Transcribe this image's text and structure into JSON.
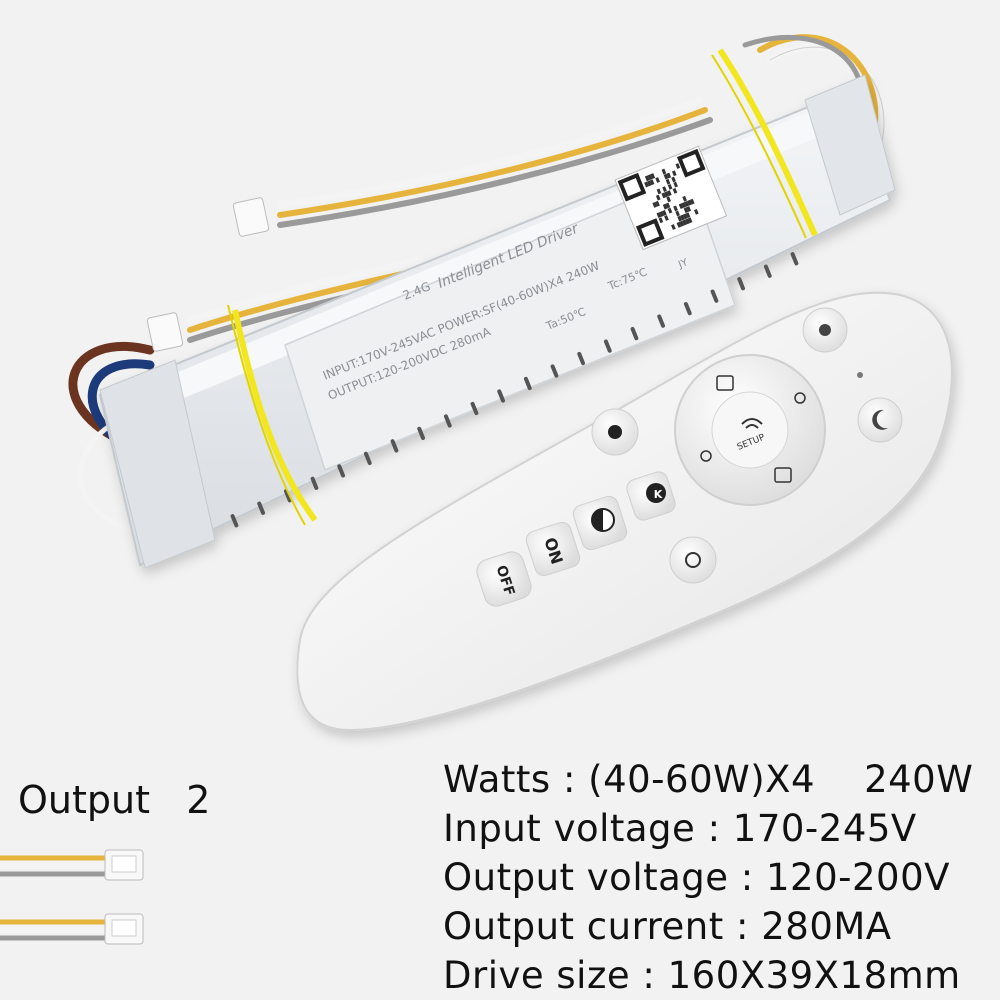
{
  "specs": {
    "watts": "Watts : (40-60W)X4    240W",
    "input_voltage": "Input voltage : 170-245V",
    "output_voltage": "Output voltage : 120-200V",
    "output_current": "Output current : 280MA",
    "drive_size": "Drive size : 160X39X18mm"
  },
  "output_label": "Output   2",
  "driver_label": {
    "band": "2.4G",
    "title": "Intelligent LED Driver",
    "input": "INPUT:170V-245VAC  POWER:SF(40-60W)X4 240W",
    "output": "OUTPUT:120-200VDC 280mA",
    "ta": "Ta:50℃",
    "tc": "Tc:75℃",
    "code": "JY"
  },
  "remote": {
    "on_label": "ON",
    "off_label": "OFF",
    "k_label": "K",
    "setup_label": "SETUP"
  },
  "colors": {
    "wire_yellow": "#e6b43c",
    "wire_white": "#f4f4f4",
    "wire_gray": "#9a9a9a",
    "wire_brown": "#6b3420",
    "wire_blue": "#1d3a7a",
    "rubber_band": "#f2e61e",
    "housing": "#e9ecef",
    "remote_body": "#f7f7f7"
  }
}
